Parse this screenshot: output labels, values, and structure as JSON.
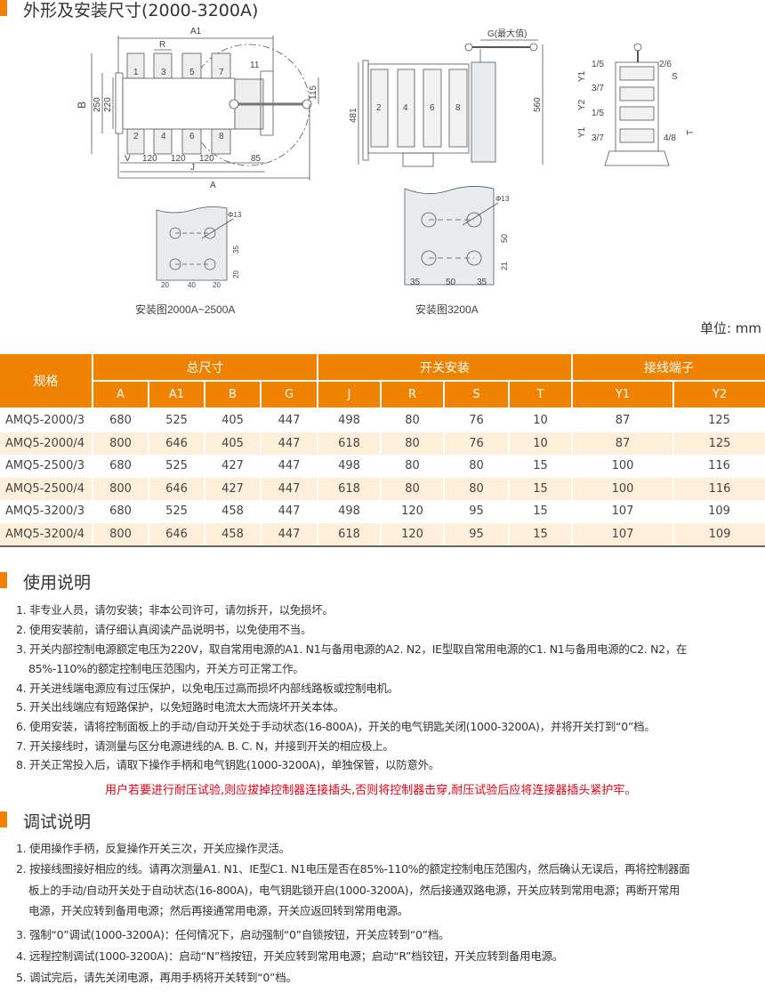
{
  "title": "外形及安装尺寸(2000-3200A)",
  "drawing_top": {
    "A1": "A1",
    "R": "R",
    "B": "B",
    "d250": "250",
    "d220": "220",
    "d11": "11",
    "d115": "115",
    "V": "V",
    "d120a": "120",
    "d120b": "120",
    "d120c": "120",
    "d85": "85",
    "J": "J",
    "A": "A",
    "poles_top": [
      "1",
      "3",
      "5",
      "7"
    ],
    "poles_bottom": [
      "2",
      "4",
      "6",
      "8"
    ]
  },
  "drawing_front": {
    "G": "G(最大值)",
    "d481": "481",
    "d560": "560",
    "poles": [
      "2",
      "4",
      "6",
      "8"
    ]
  },
  "drawing_side": {
    "p15a": "1/5",
    "p26": "2/6",
    "S": "S",
    "p37a": "3/7",
    "p15b": "1/5",
    "p37b": "3/7",
    "p48": "4/8",
    "Y1a": "Y1",
    "Y2": "Y2",
    "Y1b": "Y1",
    "T": "T"
  },
  "install_a": {
    "phi": "Φ13",
    "d35": "35",
    "d20r": "20",
    "b1": "20",
    "b2": "40",
    "b3": "20",
    "caption": "安装图2000A~2500A"
  },
  "install_b": {
    "phi": "Φ13",
    "d50": "50",
    "d21": "21",
    "b1": "35",
    "b2": "50",
    "b3": "35",
    "caption": "安装图3200A"
  },
  "unit": "单位: mm",
  "table": {
    "spec_header": "规格",
    "groups": [
      "总尺寸",
      "开关安装",
      "接线端子"
    ],
    "columns": [
      "A",
      "A1",
      "B",
      "G",
      "J",
      "R",
      "S",
      "T",
      "Y1",
      "Y2"
    ],
    "rows": [
      [
        "AMQ5-2000/3",
        "680",
        "525",
        "405",
        "447",
        "498",
        "80",
        "76",
        "10",
        "87",
        "125"
      ],
      [
        "AMQ5-2000/4",
        "800",
        "646",
        "405",
        "447",
        "618",
        "80",
        "76",
        "10",
        "87",
        "125"
      ],
      [
        "AMQ5-2500/3",
        "680",
        "525",
        "427",
        "447",
        "498",
        "80",
        "80",
        "15",
        "100",
        "116"
      ],
      [
        "AMQ5-2500/4",
        "800",
        "646",
        "427",
        "447",
        "618",
        "80",
        "80",
        "15",
        "100",
        "116"
      ],
      [
        "AMQ5-3200/3",
        "680",
        "525",
        "458",
        "447",
        "498",
        "120",
        "95",
        "15",
        "107",
        "109"
      ],
      [
        "AMQ5-3200/4",
        "800",
        "646",
        "458",
        "447",
        "618",
        "120",
        "95",
        "15",
        "107",
        "109"
      ]
    ]
  },
  "usage": {
    "title": "使用说明",
    "items": [
      "1. 非专业人员，请勿安装；非本公司许可，请勿拆开，以免损坏。",
      "2. 使用安装前，请仔细认真阅读产品说明书，以免使用不当。",
      "3. 开关内部控制电源额定电压为220V，取自常用电源的A1. N1与备用电源的A2. N2，IE型取自常用电源的C1. N1与备用电源的C2. N2，在",
      "85%-110%的额定控制电压范围内，开关方可正常工作。",
      "4. 开关进线端电源应有过压保护，以免电压过高而损坏内部线路板或控制电机。",
      "5. 开关出线端应有短路保护，以免短路时电流太大而烧坏开关本体。",
      "6. 使用安装，请将控制面板上的手动/自动开关处于手动状态(16-800A)，开关的电气钥匙关闭(1000-3200A)，并将开关打到“0”档。",
      "7. 开关接线时，请测量与区分电源进线的A. B. C. N，并接到开关的相应极上。",
      "8. 开关正常投入后，请取下操作手柄和电气钥匙(1000-3200A)，单独保管，以防意外。"
    ],
    "warning": "用户若要进行耐压试验,则应拔掉控制器连接插头,否则将控制器击穿,耐压试验后应将连接器插头紧护牢。"
  },
  "debug": {
    "title": "调试说明",
    "items": [
      "1. 使用操作手柄，反复操作开关三次，开关应操作灵活。",
      "2. 按接线图接好相应的线。请再次测量A1. N1、IE型C1. N1电压是否在85%-110%的额定控制电压范围内，然后确认无误后，再将控制器面",
      "板上的手动/自动开关处于自动状态(16-800A)，电气钥匙锁开启(1000-3200A)，然后接通双路电源，开关应转到常用电源；再断开常用",
      "电源，开关应转到备用电源；然后再接通常用电源，开关应返回转到常用电源。",
      "3. 强制“0”调试(1000-3200A)：任何情况下，启动强制“0”自锁按钮，开关应转到“0”档。",
      "4. 远程控制调试(1000-3200A)：启动“N”档按钮，开关应转到常用电源；启动“R”档铰钮，开关应转到备用电源。",
      "5. 调试完后，请先关闭电源，再用手柄将开关转到“0”档。"
    ]
  },
  "colors": {
    "accent": "#ef8200",
    "stripe": "#fdefd9",
    "warning": "#e60012"
  }
}
